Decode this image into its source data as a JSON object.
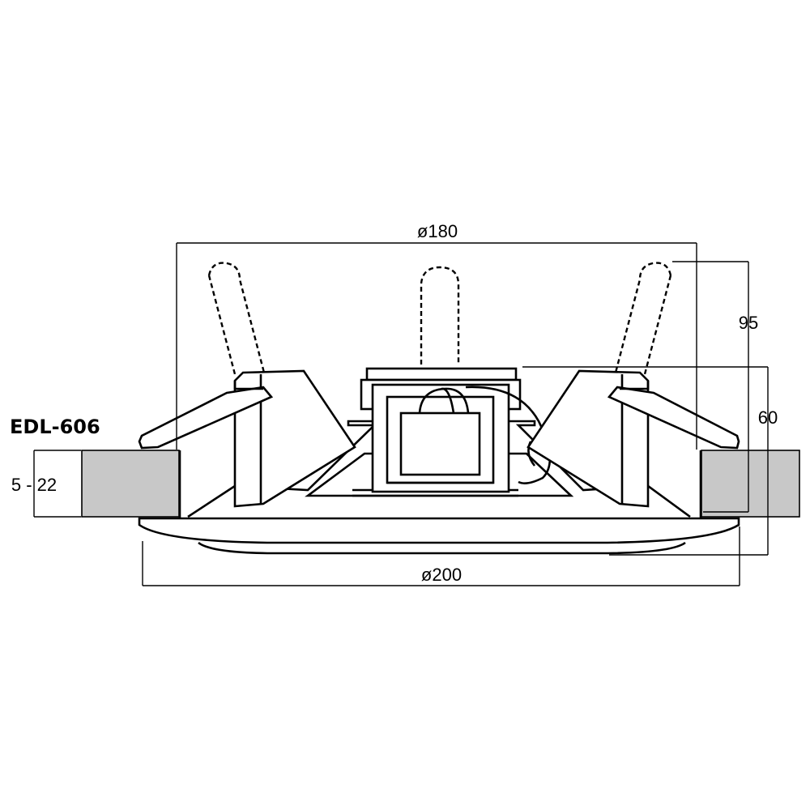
{
  "drawing": {
    "model": "EDL-606",
    "dimensions": {
      "outer_diameter": "ø200",
      "cutout_diameter": "ø180",
      "depth_clamps_up": "95",
      "depth_body": "60",
      "ceiling_thickness": "5 - 22"
    },
    "colors": {
      "ink": "#000000",
      "ceiling_panel": "#c8c8c8",
      "background": "#ffffff"
    }
  }
}
